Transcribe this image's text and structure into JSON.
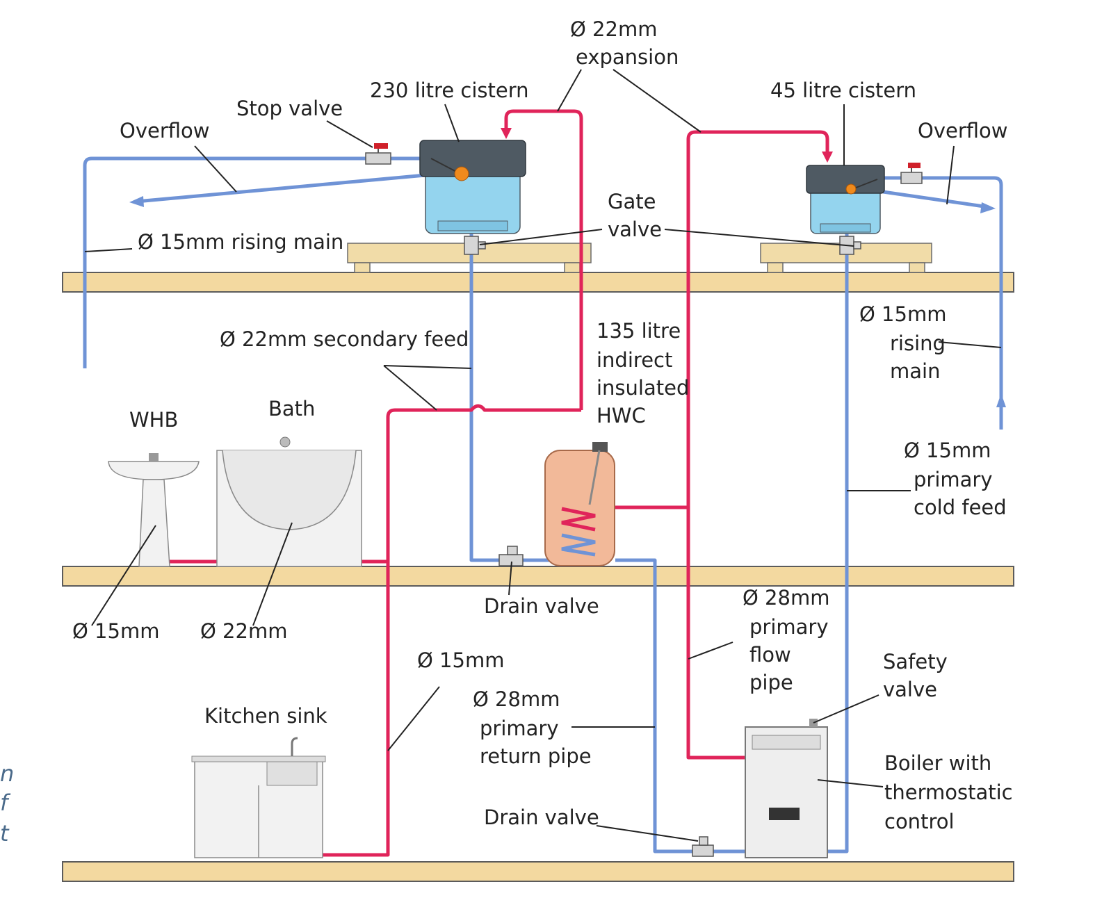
{
  "labels": {
    "expansion_size": "Ø 22mm",
    "expansion": "expansion",
    "cistern_230": "230 litre cistern",
    "cistern_45": "45 litre cistern",
    "stop_valve": "Stop valve",
    "overflow_left": "Overflow",
    "overflow_right": "Overflow",
    "gate_valve_1": "Gate",
    "gate_valve_2": "valve",
    "rising_main_left": "Ø 15mm rising main",
    "secondary_feed": "Ø 22mm secondary feed",
    "hwc_1": "135 litre",
    "hwc_2": "indirect",
    "hwc_3": "insulated",
    "hwc_4": "HWC",
    "rising_main_right_1": "Ø 15mm",
    "rising_main_right_2": "rising",
    "rising_main_right_3": "main",
    "primary_cold_1": "Ø 15mm",
    "primary_cold_2": "primary",
    "primary_cold_3": "cold feed",
    "whb": "WHB",
    "bath": "Bath",
    "whb_size": "Ø 15mm",
    "bath_size": "Ø 22mm",
    "drain_valve_upper": "Drain valve",
    "flow_pipe_1": "Ø 28mm",
    "flow_pipe_2": "primary",
    "flow_pipe_3": "flow",
    "flow_pipe_4": "pipe",
    "safety_valve_1": "Safety",
    "safety_valve_2": "valve",
    "sink_feed": "Ø 15mm",
    "return_pipe_1": "Ø 28mm",
    "return_pipe_2": "primary",
    "return_pipe_3": "return pipe",
    "kitchen_sink": "Kitchen sink",
    "boiler_1": "Boiler with",
    "boiler_2": "thermostatic",
    "boiler_3": "control",
    "drain_valve_lower": "Drain valve"
  },
  "side_caption": [
    "n",
    "f",
    "t"
  ],
  "colors": {
    "hot": "#e0245a",
    "cold": "#6f93d6",
    "floor": "#f3d9a0",
    "cistern_water": "#94d4ee",
    "cistern_lid": "#4f5a63",
    "cylinder": "#f2b999",
    "caption": "#4a6a8a"
  }
}
